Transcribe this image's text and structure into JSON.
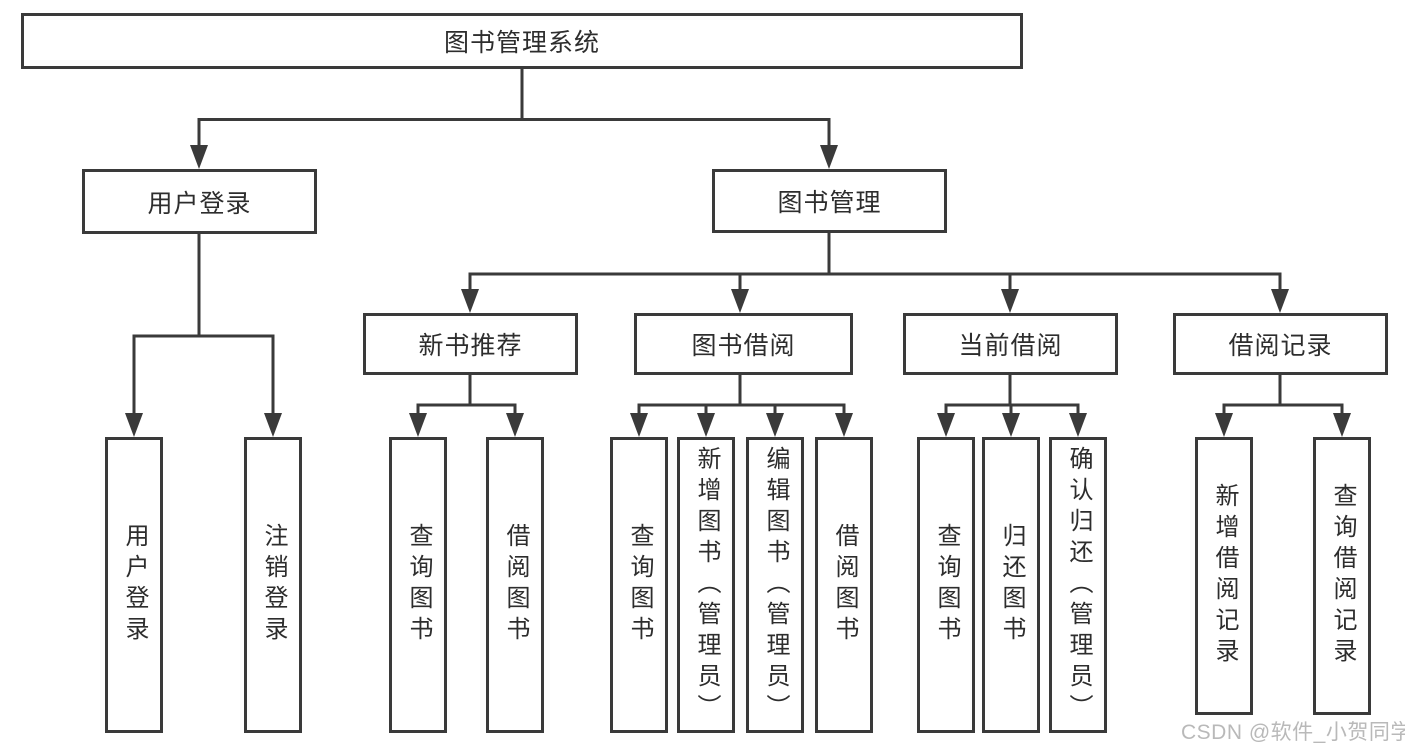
{
  "diagram": {
    "type": "hierarchy-tree",
    "colors": {
      "line": "#3a3a3a",
      "box_border": "#3a3a3a",
      "text": "#2d2d2d",
      "background": "#ffffff",
      "watermark": "#b9b9b9"
    },
    "tree": {
      "label": "图书管理系统",
      "children": [
        {
          "label": "用户登录",
          "children": [
            {
              "label": "用户登录"
            },
            {
              "label": "注销登录"
            }
          ]
        },
        {
          "label": "图书管理",
          "children": [
            {
              "label": "新书推荐",
              "children": [
                {
                  "label": "查询图书"
                },
                {
                  "label": "借阅图书"
                }
              ]
            },
            {
              "label": "图书借阅",
              "children": [
                {
                  "label": "查询图书"
                },
                {
                  "label": "新增图书（管理员）"
                },
                {
                  "label": "编辑图书（管理员）"
                },
                {
                  "label": "借阅图书"
                }
              ]
            },
            {
              "label": "当前借阅",
              "children": [
                {
                  "label": "查询图书"
                },
                {
                  "label": "归还图书"
                },
                {
                  "label": "确认归还（管理员）"
                }
              ]
            },
            {
              "label": "借阅记录",
              "children": [
                {
                  "label": "新增借阅记录"
                },
                {
                  "label": "查询借阅记录"
                }
              ]
            }
          ]
        }
      ]
    },
    "watermark": {
      "text": "CSDN @软件_小贺同学"
    }
  }
}
